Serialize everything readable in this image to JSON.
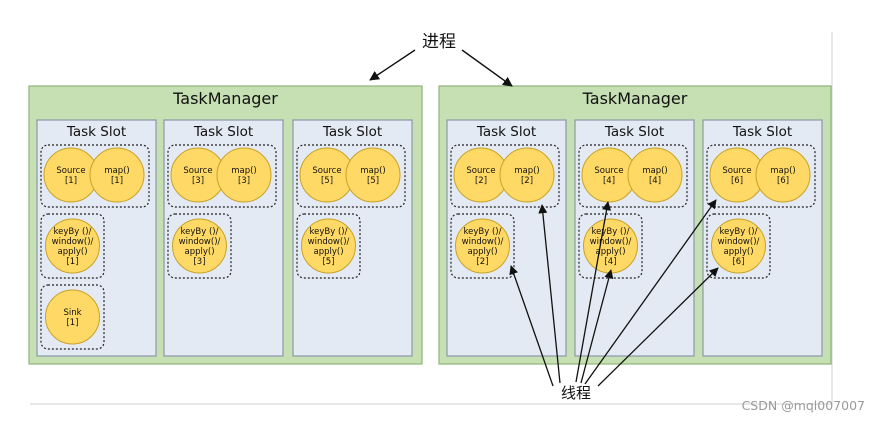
{
  "process_label": "进程",
  "thread_label": "线程",
  "watermark": "CSDN @mql007007",
  "colors": {
    "taskmanager_fill": "#c6e0b4",
    "taskmanager_stroke": "#8fb37a",
    "slot_fill": "#e4eaf4",
    "slot_stroke": "#8a97a8",
    "operator_fill": "#ffd966",
    "operator_stroke": "#c9a227",
    "arrow": "#111111"
  },
  "taskmanagers": [
    {
      "title": "TaskManager",
      "slots": [
        {
          "title": "Task Slot",
          "chain": [
            "Source\n[1]",
            "map()\n[1]"
          ],
          "groups": [
            [
              "keyBy ()/\nwindow()/\napply()\n[1]"
            ],
            [
              "Sink\n[1]"
            ]
          ]
        },
        {
          "title": "Task Slot",
          "chain": [
            "Source\n[3]",
            "map()\n[3]"
          ],
          "groups": [
            [
              "keyBy ()/\nwindow()/\napply()\n[3]"
            ]
          ]
        },
        {
          "title": "Task Slot",
          "chain": [
            "Source\n[5]",
            "map()\n[5]"
          ],
          "groups": [
            [
              "keyBy ()/\nwindow()/\napply()\n[5]"
            ]
          ]
        }
      ]
    },
    {
      "title": "TaskManager",
      "slots": [
        {
          "title": "Task Slot",
          "chain": [
            "Source\n[2]",
            "map()\n[2]"
          ],
          "groups": [
            [
              "keyBy ()/\nwindow()/\napply()\n[2]"
            ]
          ]
        },
        {
          "title": "Task Slot",
          "chain": [
            "Source\n[4]",
            "map()\n[4]"
          ],
          "groups": [
            [
              "keyBy ()/\nwindow()/\napply()\n[4]"
            ]
          ]
        },
        {
          "title": "Task Slot",
          "chain": [
            "Source\n[6]",
            "map()\n[6]"
          ],
          "groups": [
            [
              "keyBy ()/\nwindow()/\napply()\n[6]"
            ]
          ]
        }
      ]
    }
  ]
}
